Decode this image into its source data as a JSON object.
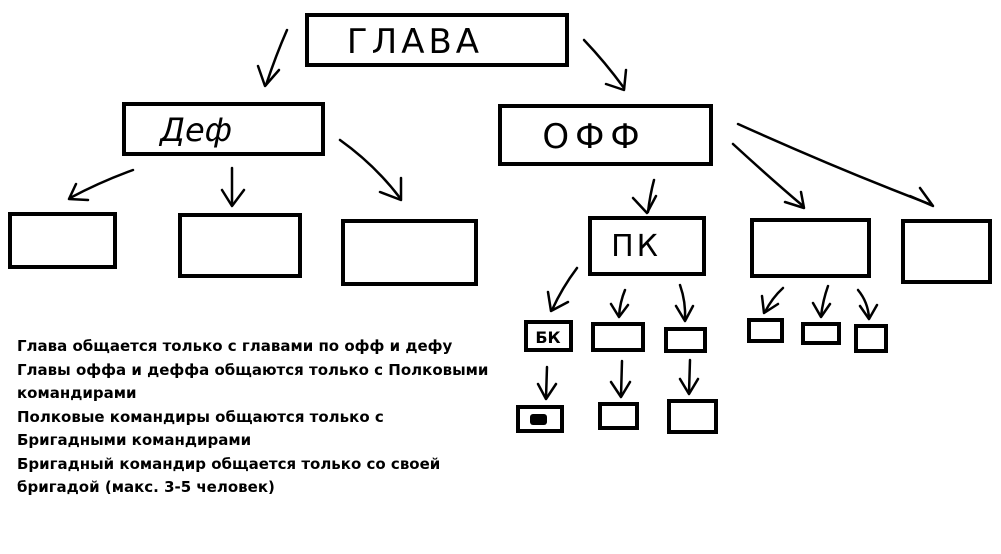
{
  "nodes": {
    "head": "ГЛАВА",
    "def": "Деф",
    "off": "ОФФ",
    "pk": "ПК",
    "bk": "БК"
  },
  "notes": [
    "Глава общается только с главами по офф и дефу",
    "Главы оффа и деффа общаются только с Полковыми командирами",
    "Полковые командиры общаются только с Бригадными командирами",
    "Бригадный командир общается только со своей бригадой (макс. 3-5 человек)"
  ],
  "colors": {
    "ink": "#000000",
    "background": "#ffffff"
  }
}
